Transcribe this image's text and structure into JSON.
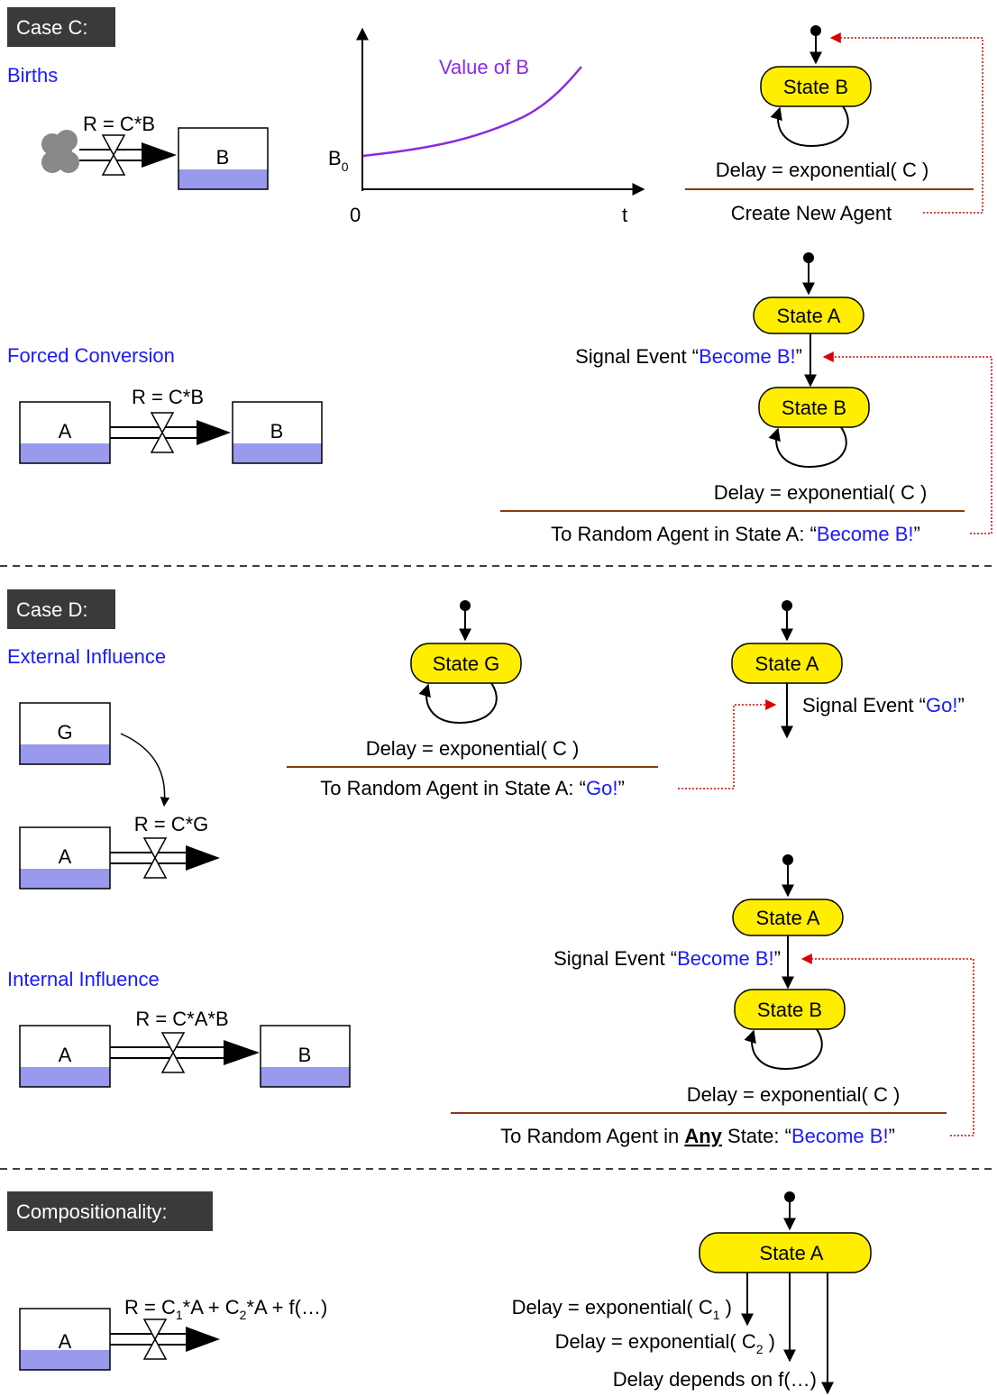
{
  "colors": {
    "state_fill": "#ffee00",
    "stock_fill": "#9999ee",
    "link_red": "#dd0000",
    "divider_brown": "#8b3a10",
    "label_blue": "#1a1aff",
    "curve_purple": "#8a2be2",
    "header_bg": "#3a3a3a"
  },
  "case_c": {
    "header": "Case C:",
    "births": {
      "title": "Births",
      "rate": "R = C*B",
      "stock": "B",
      "graph": {
        "series_label": "Value of B",
        "y_origin_base": "B",
        "y_origin_sub": "0",
        "x_origin": "0",
        "x_end": "t"
      },
      "state": "State B",
      "delay": "Delay = exponential( C )",
      "action": "Create New Agent"
    },
    "forced": {
      "title": "Forced Conversion",
      "rate": "R = C*B",
      "stock_from": "A",
      "stock_to": "B",
      "state_from": "State A",
      "state_to": "State B",
      "signal_prefix": "Signal Event “",
      "signal_msg": "Become B!",
      "signal_suffix": "”",
      "delay": "Delay = exponential( C )",
      "action_prefix": "To Random Agent in State A: “",
      "action_msg": "Become B!",
      "action_suffix": "”"
    }
  },
  "case_d": {
    "header": "Case D:",
    "external": {
      "title": "External Influence",
      "stock_g": "G",
      "stock_a": "A",
      "rate": "R = C*G",
      "state_g": "State G",
      "delay": "Delay = exponential( C )",
      "action_prefix": "To Random Agent in State A: “",
      "action_msg": "Go!",
      "action_suffix": "”",
      "state_a": "State A",
      "signal_prefix": "Signal Event “",
      "signal_msg": "Go!",
      "signal_suffix": "”"
    },
    "internal": {
      "title": "Internal Influence",
      "rate": "R = C*A*B",
      "stock_from": "A",
      "stock_to": "B",
      "state_from": "State A",
      "state_to": "State B",
      "signal_prefix": "Signal Event “",
      "signal_msg": "Become B!",
      "signal_suffix": "”",
      "delay": "Delay = exponential( C )",
      "action_prefix": "To Random Agent in ",
      "action_any": "Any",
      "action_mid": " State: “",
      "action_msg": "Become B!",
      "action_suffix": "”"
    }
  },
  "composition": {
    "header": "Compositionality:",
    "stock": "A",
    "rate_r": "R = C",
    "rate_s1": "1",
    "rate_m1": "*A + C",
    "rate_s2": "2",
    "rate_end": "*A + f(…)",
    "state": "State A",
    "d1_base": "Delay = exponential( C",
    "d1_sub": "1",
    "d1_end": " )",
    "d2_base": "Delay = exponential( C",
    "d2_sub": "2",
    "d2_end": " )",
    "d3": "Delay depends on f(…)"
  }
}
